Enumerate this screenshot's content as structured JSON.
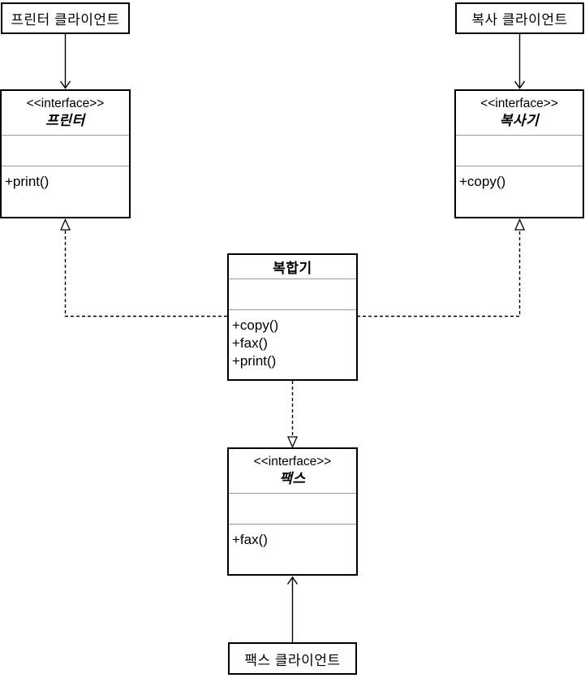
{
  "nodes": {
    "printer_client": {
      "label": "프린터 클라이언트"
    },
    "copy_client": {
      "label": "복사 클라이언트"
    },
    "fax_client": {
      "label": "팩스 클라이언트"
    },
    "printer_interface": {
      "stereotype": "<<interface>>",
      "name": "프린터",
      "methods": [
        "+print()"
      ]
    },
    "copier_interface": {
      "stereotype": "<<interface>>",
      "name": "복사기",
      "methods": [
        "+copy()"
      ]
    },
    "fax_interface": {
      "stereotype": "<<interface>>",
      "name": "팩스",
      "methods": [
        "+fax()"
      ]
    },
    "multifunction": {
      "name": "복합기",
      "methods": [
        "+copy()",
        "+fax()",
        "+print()"
      ]
    }
  },
  "colors": {
    "border": "#000000",
    "divider": "#9a9a9a",
    "background": "#ffffff",
    "text": "#000000"
  }
}
